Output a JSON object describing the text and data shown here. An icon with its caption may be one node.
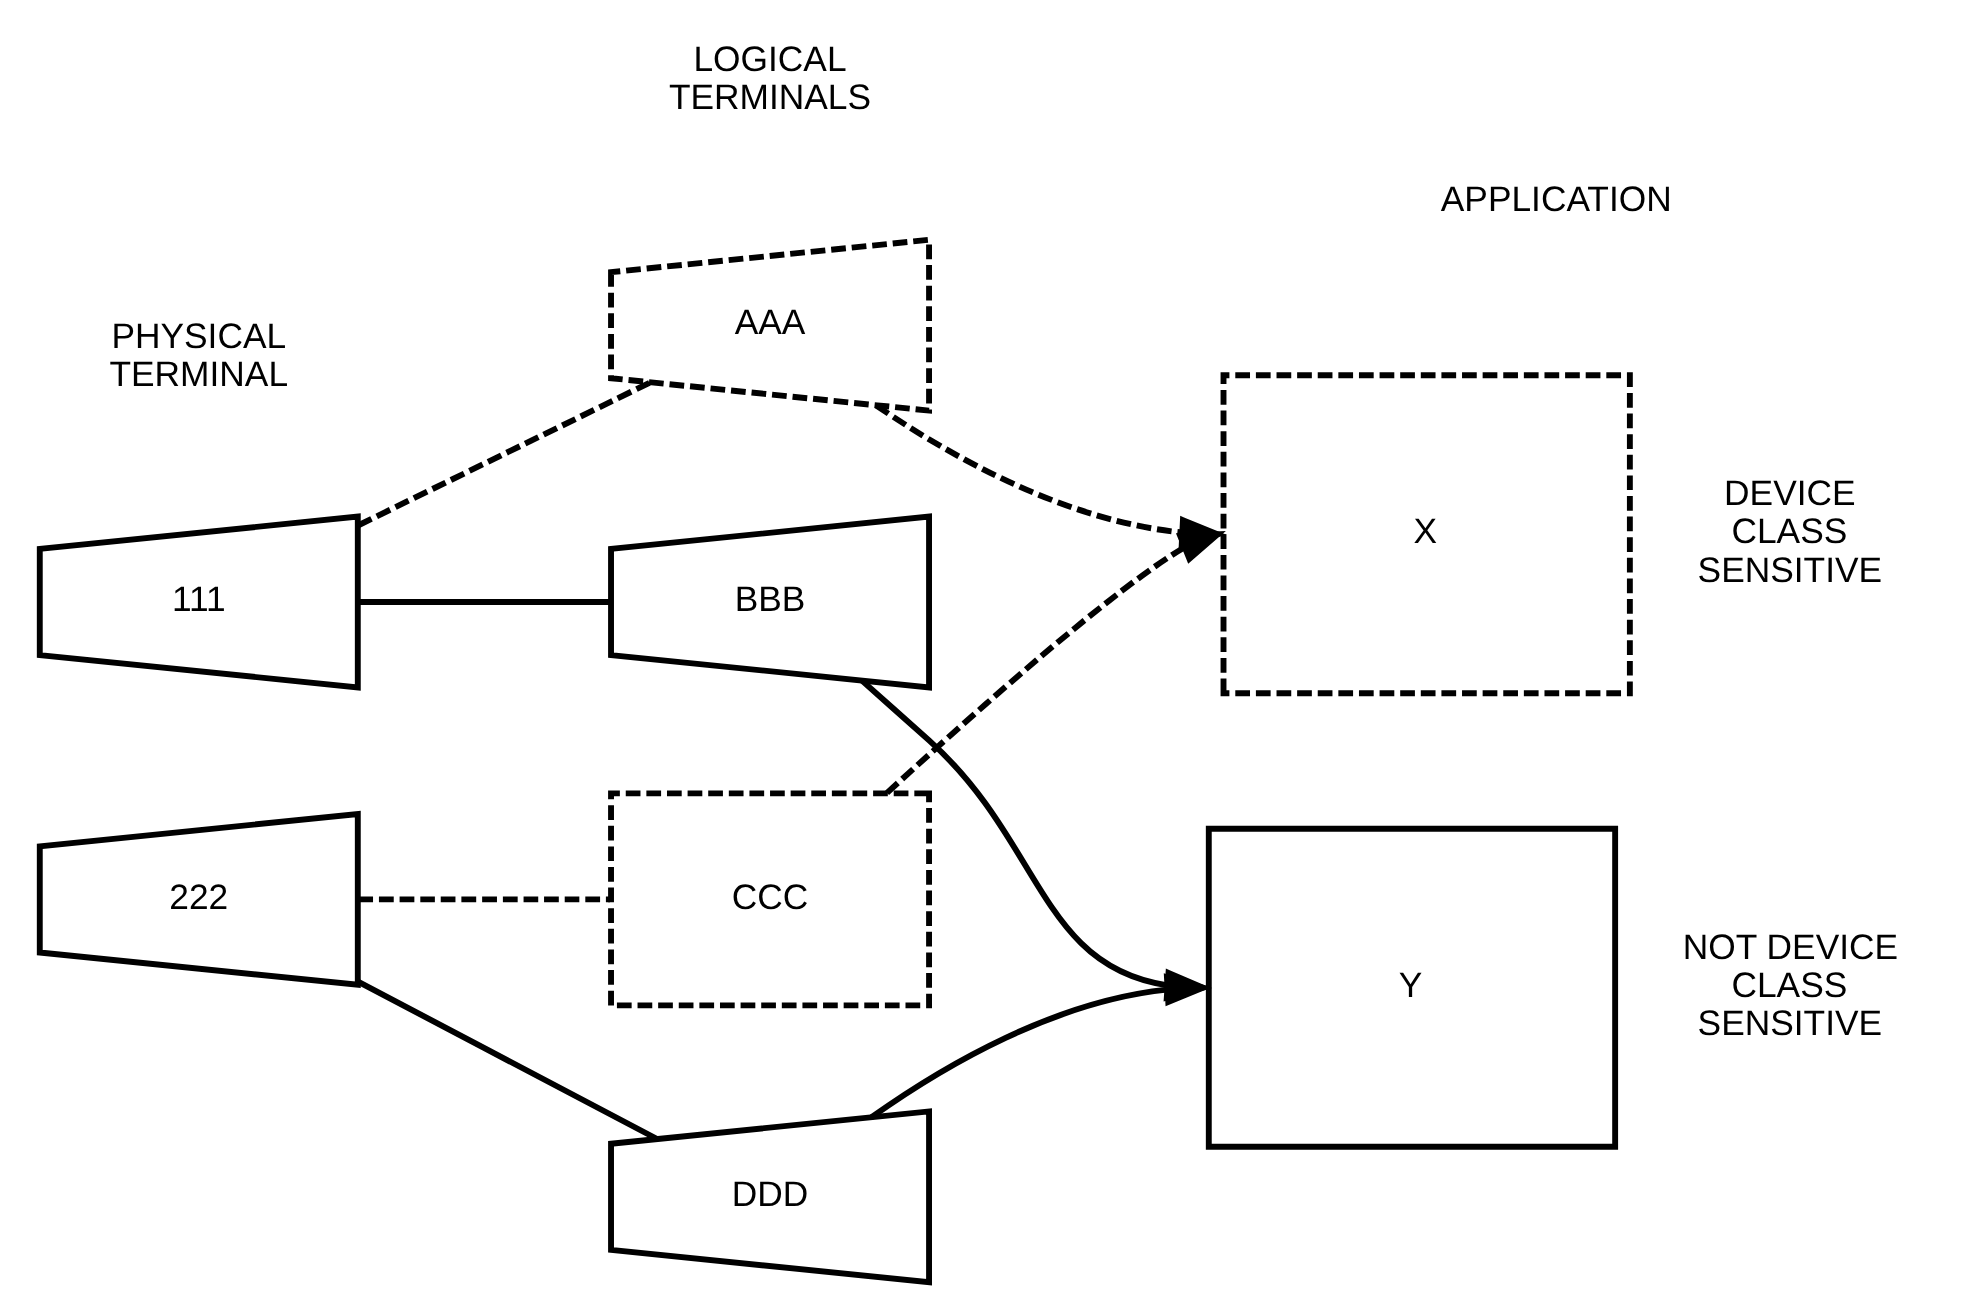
{
  "diagram": {
    "nodes": [
      {
        "text": [
          "111"
        ]
      },
      {
        "text": [
          "222"
        ]
      },
      {
        "text": [
          "AAA"
        ]
      },
      {
        "text": [
          "BBB"
        ]
      },
      {
        "text": [
          "CCC"
        ]
      },
      {
        "text": [
          "DDD"
        ]
      },
      {
        "text": [
          "X"
        ],
        "beside": [
          "DEVICE CLASS SENSITIVE"
        ]
      },
      {
        "text": [
          "Y"
        ],
        "beside": [
          "NOT DEVICE CLASS SENSITIVE"
        ]
      }
    ],
    "edges": [
      {
        "from": 0,
        "to": 2,
        "arrow": "none",
        "style": "dashed"
      },
      {
        "from": 0,
        "to": 3,
        "arrow": "none"
      },
      {
        "from": 1,
        "to": 4,
        "arrow": "none",
        "style": "dashed"
      },
      {
        "from": 1,
        "to": 5,
        "arrow": "none"
      },
      {
        "from": 2,
        "to": 6,
        "arrow": "to",
        "style": "dashed"
      },
      {
        "from": 3,
        "to": 7,
        "arrow": "to"
      },
      {
        "from": 4,
        "to": 6,
        "arrow": "to",
        "style": "dashed"
      },
      {
        "from": 5,
        "to": 7,
        "arrow": "to"
      }
    ],
    "labels": [
      "PHYSICAL TERMINAL",
      "LOGICAL TERMINALS",
      "APPLICATION"
    ]
  }
}
